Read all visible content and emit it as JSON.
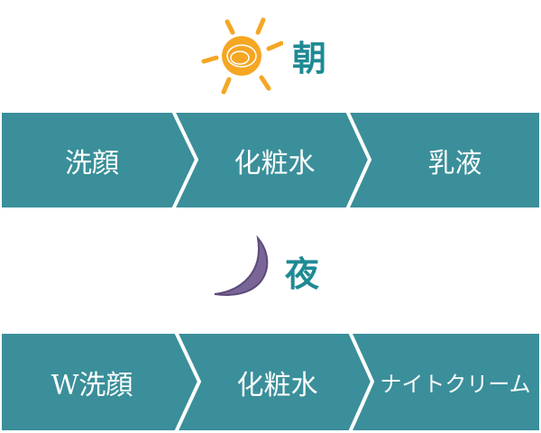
{
  "colors": {
    "band": "#3a8f9a",
    "heading": "#1f8a94",
    "sun": "#f5a623",
    "moon": "#6e5a8c"
  },
  "morning": {
    "icon": "sun-icon",
    "title": "朝",
    "steps": [
      "洗顔",
      "化粧水",
      "乳液"
    ]
  },
  "night": {
    "icon": "moon-icon",
    "title": "夜",
    "steps": [
      "W洗顔",
      "化粧水",
      "ナイトクリーム"
    ]
  }
}
